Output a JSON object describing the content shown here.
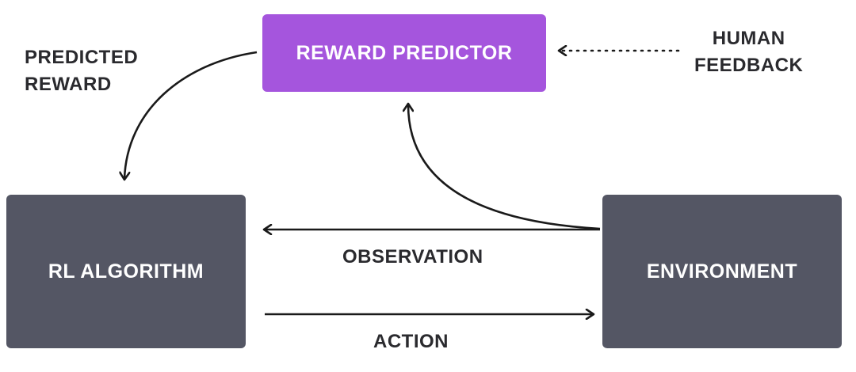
{
  "nodes": {
    "reward_predictor": "REWARD PREDICTOR",
    "rl_algorithm": "RL ALGORITHM",
    "environment": "ENVIRONMENT"
  },
  "edges": {
    "predicted_reward": [
      "PREDICTED",
      "REWARD"
    ],
    "human_feedback": [
      "HUMAN",
      "FEEDBACK"
    ],
    "observation": "OBSERVATION",
    "action": "ACTION"
  },
  "colors": {
    "reward_predictor": "#a555dd",
    "dark_box": "#545664",
    "text": "#2a2a2e",
    "arrow": "#1a1a1a"
  }
}
